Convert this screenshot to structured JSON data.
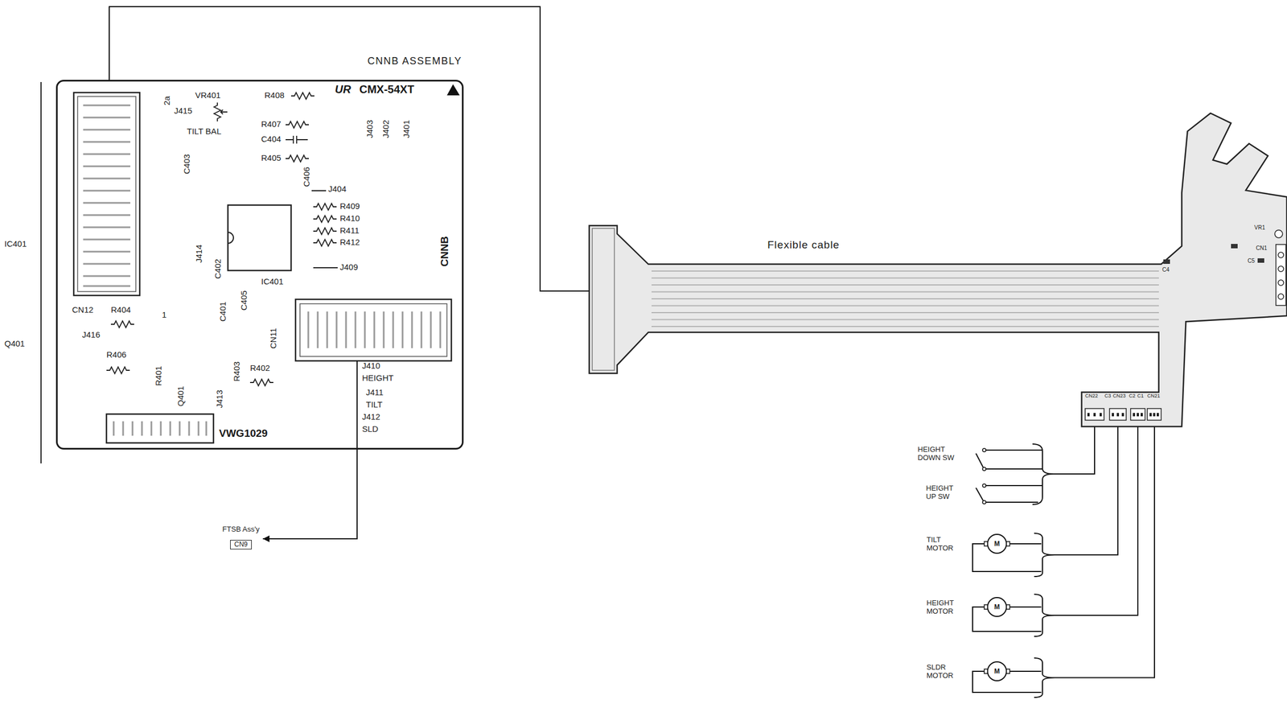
{
  "diagram": {
    "nodes": [
      {
        "text": [
          "CNNB ASSEMBLY"
        ]
      },
      {
        "text": [
          "Flexible cable"
        ]
      },
      {
        "text": [
          "FTSB Ass'y",
          "CN9"
        ]
      },
      {
        "text": [
          "M",
          "TILT MOTOR"
        ]
      },
      {
        "text": [
          "M",
          "HEIGHT MOTOR"
        ]
      },
      {
        "text": [
          "M",
          "SLDR MOTOR"
        ]
      }
    ],
    "edges": [
      {
        "from": 0,
        "to": 1,
        "arrow": "none"
      },
      {
        "from": 0,
        "to": 2,
        "arrow": "to"
      },
      {
        "from": 1,
        "to": 3,
        "arrow": "none"
      },
      {
        "from": 1,
        "to": 4,
        "arrow": "none"
      },
      {
        "from": 1,
        "to": 5,
        "arrow": "none"
      }
    ],
    "labels": [
      "UR",
      "CMX-54XT",
      "R408",
      "VR401",
      "2a",
      "J415",
      "J403",
      "J402",
      "J401",
      "R407",
      "TILT BAL",
      "C404",
      "R405",
      "C403",
      "C406",
      "J404",
      "R409",
      "R410",
      "R411",
      "R412",
      "J409",
      "IC401",
      "CNNB",
      "J414",
      "C402",
      "IC401",
      "C401",
      "C405",
      "CN11",
      "CN12",
      "R404",
      "1",
      "Q401",
      "J416",
      "R406",
      "R401",
      "Q401",
      "R403",
      "J413",
      "R402",
      "J410",
      "HEIGHT",
      "J411",
      "TILT",
      "J412",
      "SLD",
      "VWG1029",
      "C4",
      "VR1",
      "CN1",
      "C5",
      "CN22",
      "C3",
      "CN23",
      "C2",
      "C1",
      "CN21",
      "HEIGHT DOWN SW",
      "HEIGHT UP SW"
    ]
  }
}
